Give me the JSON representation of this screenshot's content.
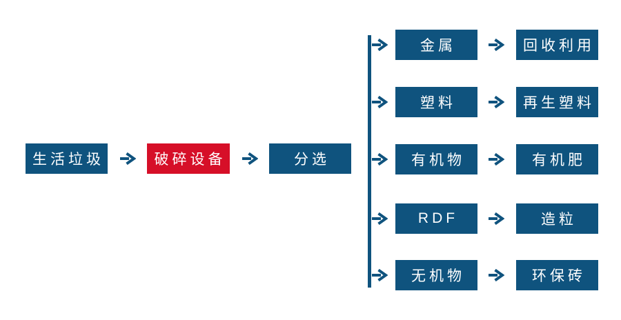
{
  "colors": {
    "primary_blue": "#0F537E",
    "accent_red": "#D60F28",
    "text_white": "#FFFFFF",
    "background": "#FFFFFF"
  },
  "icons": {
    "arrow": "right-arrow"
  },
  "main_flow": [
    {
      "label": "生活垃圾",
      "color": "blue"
    },
    {
      "label": "破碎设备",
      "color": "red"
    },
    {
      "label": "分选",
      "color": "blue"
    }
  ],
  "branches": [
    {
      "source": "金属",
      "result": "回收利用"
    },
    {
      "source": "塑料",
      "result": "再生塑料"
    },
    {
      "source": "有机物",
      "result": "有机肥"
    },
    {
      "source": "RDF",
      "result": "造粒"
    },
    {
      "source": "无机物",
      "result": "环保砖"
    }
  ]
}
